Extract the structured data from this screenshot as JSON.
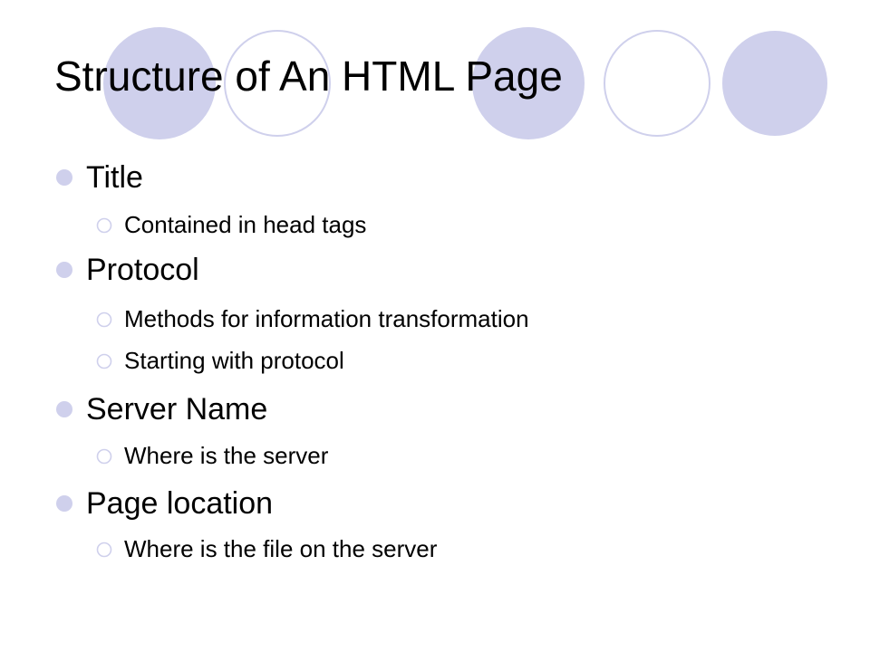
{
  "slide": {
    "title": "Structure of An HTML Page",
    "items": [
      {
        "text": "Title",
        "subitems": [
          "Contained in head tags"
        ]
      },
      {
        "text": "Protocol",
        "subitems": [
          "Methods for information transformation",
          "Starting with protocol"
        ]
      },
      {
        "text": "Server Name",
        "subitems": [
          "Where is the server"
        ]
      },
      {
        "text": "Page location",
        "subitems": [
          "Where is the file on the server"
        ]
      }
    ]
  },
  "theme": {
    "accent": "#cfd0ec",
    "outline": "#cfd0ec",
    "bullet": "#cfd0ec",
    "text": "#000000",
    "background": "#ffffff"
  }
}
